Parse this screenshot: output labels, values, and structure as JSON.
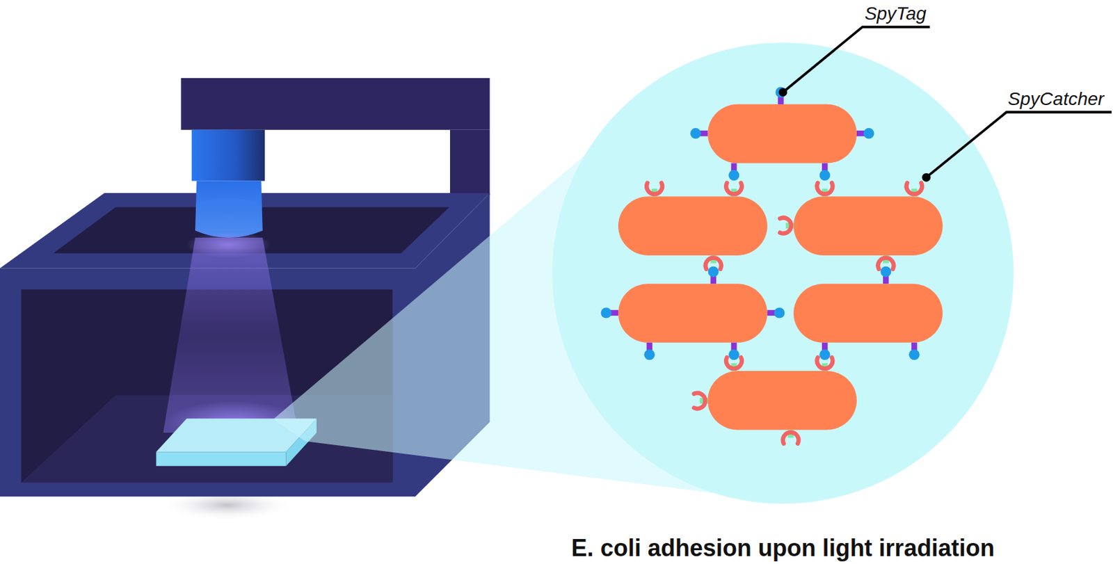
{
  "diagram": {
    "caption": "E. coli adhesion upon light irradiation",
    "labels": [
      "SpyTag",
      "SpyCatcher"
    ]
  }
}
